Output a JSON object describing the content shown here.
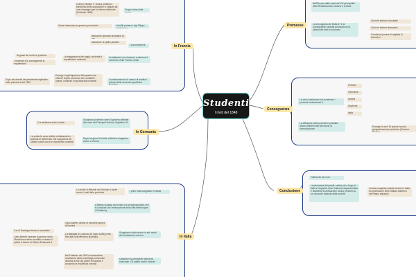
{
  "center": {
    "brand": "Studenti",
    "title": "I moti del 1848"
  },
  "branches": {
    "francia": {
      "label": "In Francia",
      "nodes": {
        "luigi_filippo_text": "Il primo ministro F. Guizot proibiva il banchetto delle opposizioni in seguito ad una campagna per la riforma elettorale (Febbraio 1848)",
        "luigi_filippo_result": "Furgo rovina della monar.",
        "repubblica_text": "Viene instaurata un governo provvisorio",
        "repubblica_result": "I rivoltili portano Luigi Filippo ad abdicare",
        "suffragio_a": "Istituzione giornate lavorative 10 ore",
        "suffragio_b": "Istituzione di opifici pubblici",
        "provvedimenti": "I provvedimenti",
        "operai_a": "Seguaci del verbo di protesta",
        "operai_b": "I moderati e la conseguente ai repubblicani",
        "operai_result": "La maggioranza dei seggi, moderati e repubblicani moderati",
        "operai_final": "Le istituzioni non riescono a ottenere il consenso della Francia rurale",
        "napoleone_note": "Dopo dei decreti del presidente legislativo nella primavera del 1849",
        "napoleone_text": "Emerge Luigi Napoleone Bonaparte che ottenne ampio consenso tra i contadini operai, moderati e repubblicani moderati",
        "napoleone_result": "La restaurazione di mezzo di rendita i principi della seconda repubblica francese"
      }
    },
    "premesse": {
      "label": "Premesse",
      "nodes": {
        "p1": "Nell'Europa dalla metà del XIX gli equilibri della Restaurazione iniziano a crollare",
        "p2": "La crisi agraria del 1846-47 e la conseguente carestia provocarono la caduta dei beni di consumo",
        "p2_a": "Crisi del settore industriale",
        "p2_b": "Crisi nel settore finanziario",
        "p2_c": "Condizioni povere di migliaia di lavoratori"
      }
    },
    "germania": {
      "label": "In Germania",
      "nodes": {
        "g_note": "Il re abdicava sotto l'ordine",
        "g1": "Scoppiano proteste contro il governo affidate alle mani del Principe Federico Guglielmo IV",
        "g_note2": "La svolta fu come effetto di disbandire e sistema di Metternich che sopporterà sei ottobre come una e le monarchie moderati",
        "g2": "Dopo tre giorni di rivolte a Berlino scoppiano anche a Vienna"
      }
    },
    "conseguenze": {
      "label": "Conseguenze",
      "nodes": {
        "c1": "La crisi contribuisce ad accelerare i processi rivoluzionari in",
        "c1_list": [
          "Francia",
          "Germania",
          "Austria",
          "Ungheria",
          "Italia"
        ],
        "c2": "La diffusione delle proteste è possibile anche all'intervento dei mezzi di comunicazione",
        "c2_result": "Emerge in anni 'Di questo' scuola geograficamente periferica (Grecia e Russia)"
      }
    },
    "italia": {
      "label": "In Italia",
      "nodes": {
        "i1_text": "La rivolta si diffonde da Gennaio a Aprile contro i moti della provincia",
        "i1_result": "I primi moti scoppiano in Sicilia",
        "i2_text": "A Milano scoppia una rivolta (Le cinque giornate) che si conclude con l'evacuazione della città delle truppe di Radetzky",
        "i3_note1": "Carlo Alberto decise di muovere guerra all'Austria",
        "i3_note2": "Il re di Sardegna firma un armistizio",
        "i3_note3": "Carlo Alberto riprende la guerra contro l'Austria ma viene sconfitto ed erede il potere a favore di Vittorio Emanuele II",
        "i3_text": "La battaglia di Custoza (25 luglio 1848) porta fine alla controffensiva austriaca",
        "i3_result": "Scoppiano rivolte anche in altri centri del fondamento moreno.",
        "i4_text": "Nel Febbraio del 1849 un'assemblea costituente eletta a suffragio universale decreta la fine del potere temporale e proclama la repubblica romana",
        "i4_result": "Cattanei e lo presidente dell'unità nazionale. Gli adatte anche Mazzini"
      }
    },
    "conclusione": {
      "label": "Conclusione",
      "nodes": {
        "k1": "Fallimento dei moti",
        "k2": "La primavera dei popoli: radicò più a lungo in Italia e Ungheria dove l'istanza indipendentista e desiderio di unificazione furono presenti su un orizzonte radicale della società",
        "k2_result": "L'unica conquista sociale rimane in Italia la concessione dello Statuto Albertino nel Regno sabaudo"
      }
    }
  }
}
